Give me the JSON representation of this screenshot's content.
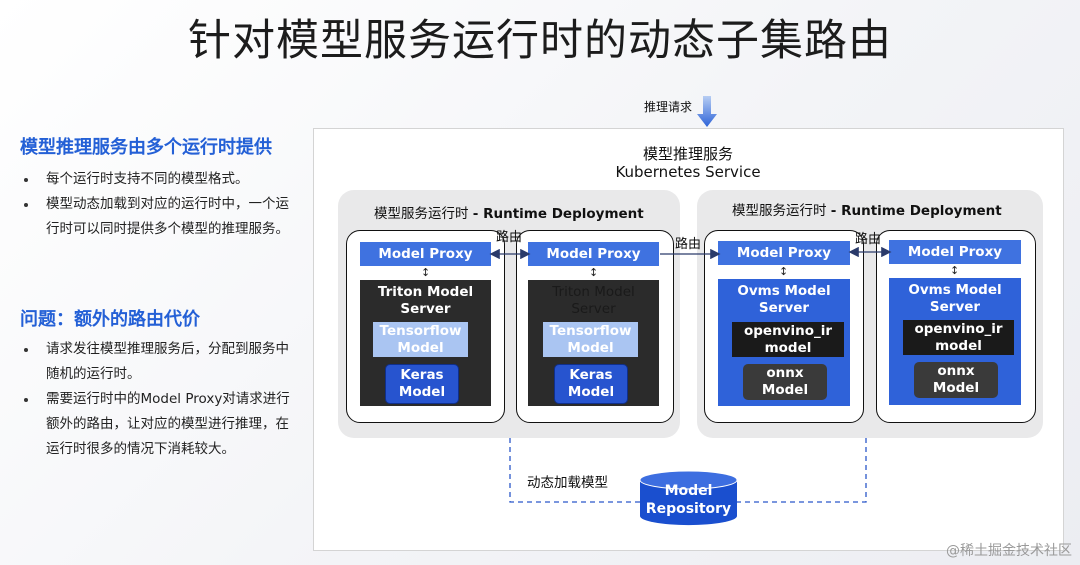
{
  "title": "针对模型服务运行时的动态子集路由",
  "left": {
    "section1": {
      "heading": "模型推理服务由多个运行时提供",
      "bullets": [
        "每个运行时支持不同的模型格式。",
        "模型动态加载到对应的运行时中，一个运行时可以同时提供多个模型的推理服务。"
      ]
    },
    "section2": {
      "heading": "问题：额外的路由代价",
      "bullets": [
        "请求发往模型推理服务后，分配到服务中随机的运行时。",
        "需要运行时中的Model Proxy对请求进行额外的路由，让对应的模型进行推理，在运行时很多的情况下消耗较大。"
      ]
    }
  },
  "diagram": {
    "request_label": "推理请求",
    "service_title_cn": "模型推理服务",
    "service_title_en": "Kubernetes Service",
    "deployment_label_cn": "模型服务运行时",
    "deployment_label_en": "- Runtime Deployment",
    "routing_label": "路由",
    "dynamic_load_label": "动态加载模型",
    "proxy_label": "Model Proxy",
    "triton_server": "Triton Model Server",
    "tensorflow_model": "Tensorflow Model",
    "keras_model": "Keras Model",
    "ovms_server": "Ovms Model Server",
    "openvino_model": "openvino_ir model",
    "onnx_model": "onnx Model",
    "repository": "Model Repository"
  },
  "watermark": "@稀土掘金技术社区",
  "colors": {
    "accent_blue": "#2460d6",
    "proxy_blue": "#3f72e0",
    "server_dark": "#2b2b2b",
    "light_blue": "#aac5f2",
    "repo_blue": "#1a4fcf"
  }
}
